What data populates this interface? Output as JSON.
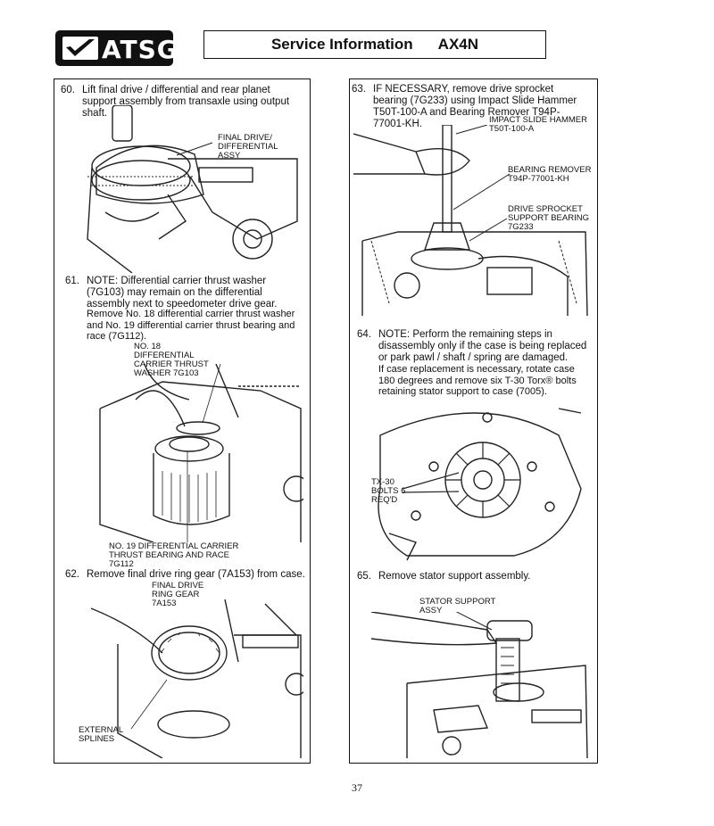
{
  "header": {
    "logo_text": "ATSG",
    "title": "Service Information",
    "model": "AX4N"
  },
  "left": {
    "s60": {
      "num": "60.",
      "text": "Lift final drive / differential and rear planet support assembly from transaxle using output shaft."
    },
    "c60": "FINAL DRIVE/ DIFFERENTIAL ASSY",
    "s61": {
      "num": "61.",
      "text": "NOTE: Differential carrier thrust washer (7G103) may remain on the differential assembly next to speedometer drive gear."
    },
    "p61": "Remove No. 18 differential carrier thrust washer and No. 19 differential carrier thrust bearing and race (7G112).",
    "c61a": "NO. 18 DIFFERENTIAL CARRIER THRUST WASHER 7G103",
    "c61b": "NO. 19 DIFFERENTIAL CARRIER THRUST BEARING AND RACE 7G112",
    "s62": {
      "num": "62.",
      "text": "Remove final drive ring gear (7A153) from case."
    },
    "c62a": "FINAL DRIVE RING GEAR 7A153",
    "c62b": "EXTERNAL SPLINES"
  },
  "right": {
    "s63": {
      "num": "63.",
      "text": "IF NECESSARY, remove drive sprocket bearing (7G233) using Impact Slide Hammer T50T-100-A and Bearing Remover T94P-77001-KH."
    },
    "c63a": "IMPACT SLIDE HAMMER T50T-100-A",
    "c63b": "BEARING REMOVER T94P-77001-KH",
    "c63c": "DRIVE SPROCKET SUPPORT BEARING 7G233",
    "s64": {
      "num": "64.",
      "text": "NOTE: Perform the remaining steps in disassembly only if the case is being replaced or park pawl / shaft / spring are damaged."
    },
    "p64": "If case replacement is necessary, rotate case 180 degrees and remove six T-30 Torx® bolts retaining stator support to case (7005).",
    "c64": "TX-30 BOLTS 6 REQ'D",
    "s65": {
      "num": "65.",
      "text": "Remove stator support assembly."
    },
    "c65": "STATOR SUPPORT ASSY"
  },
  "footer": {
    "page": "37"
  }
}
